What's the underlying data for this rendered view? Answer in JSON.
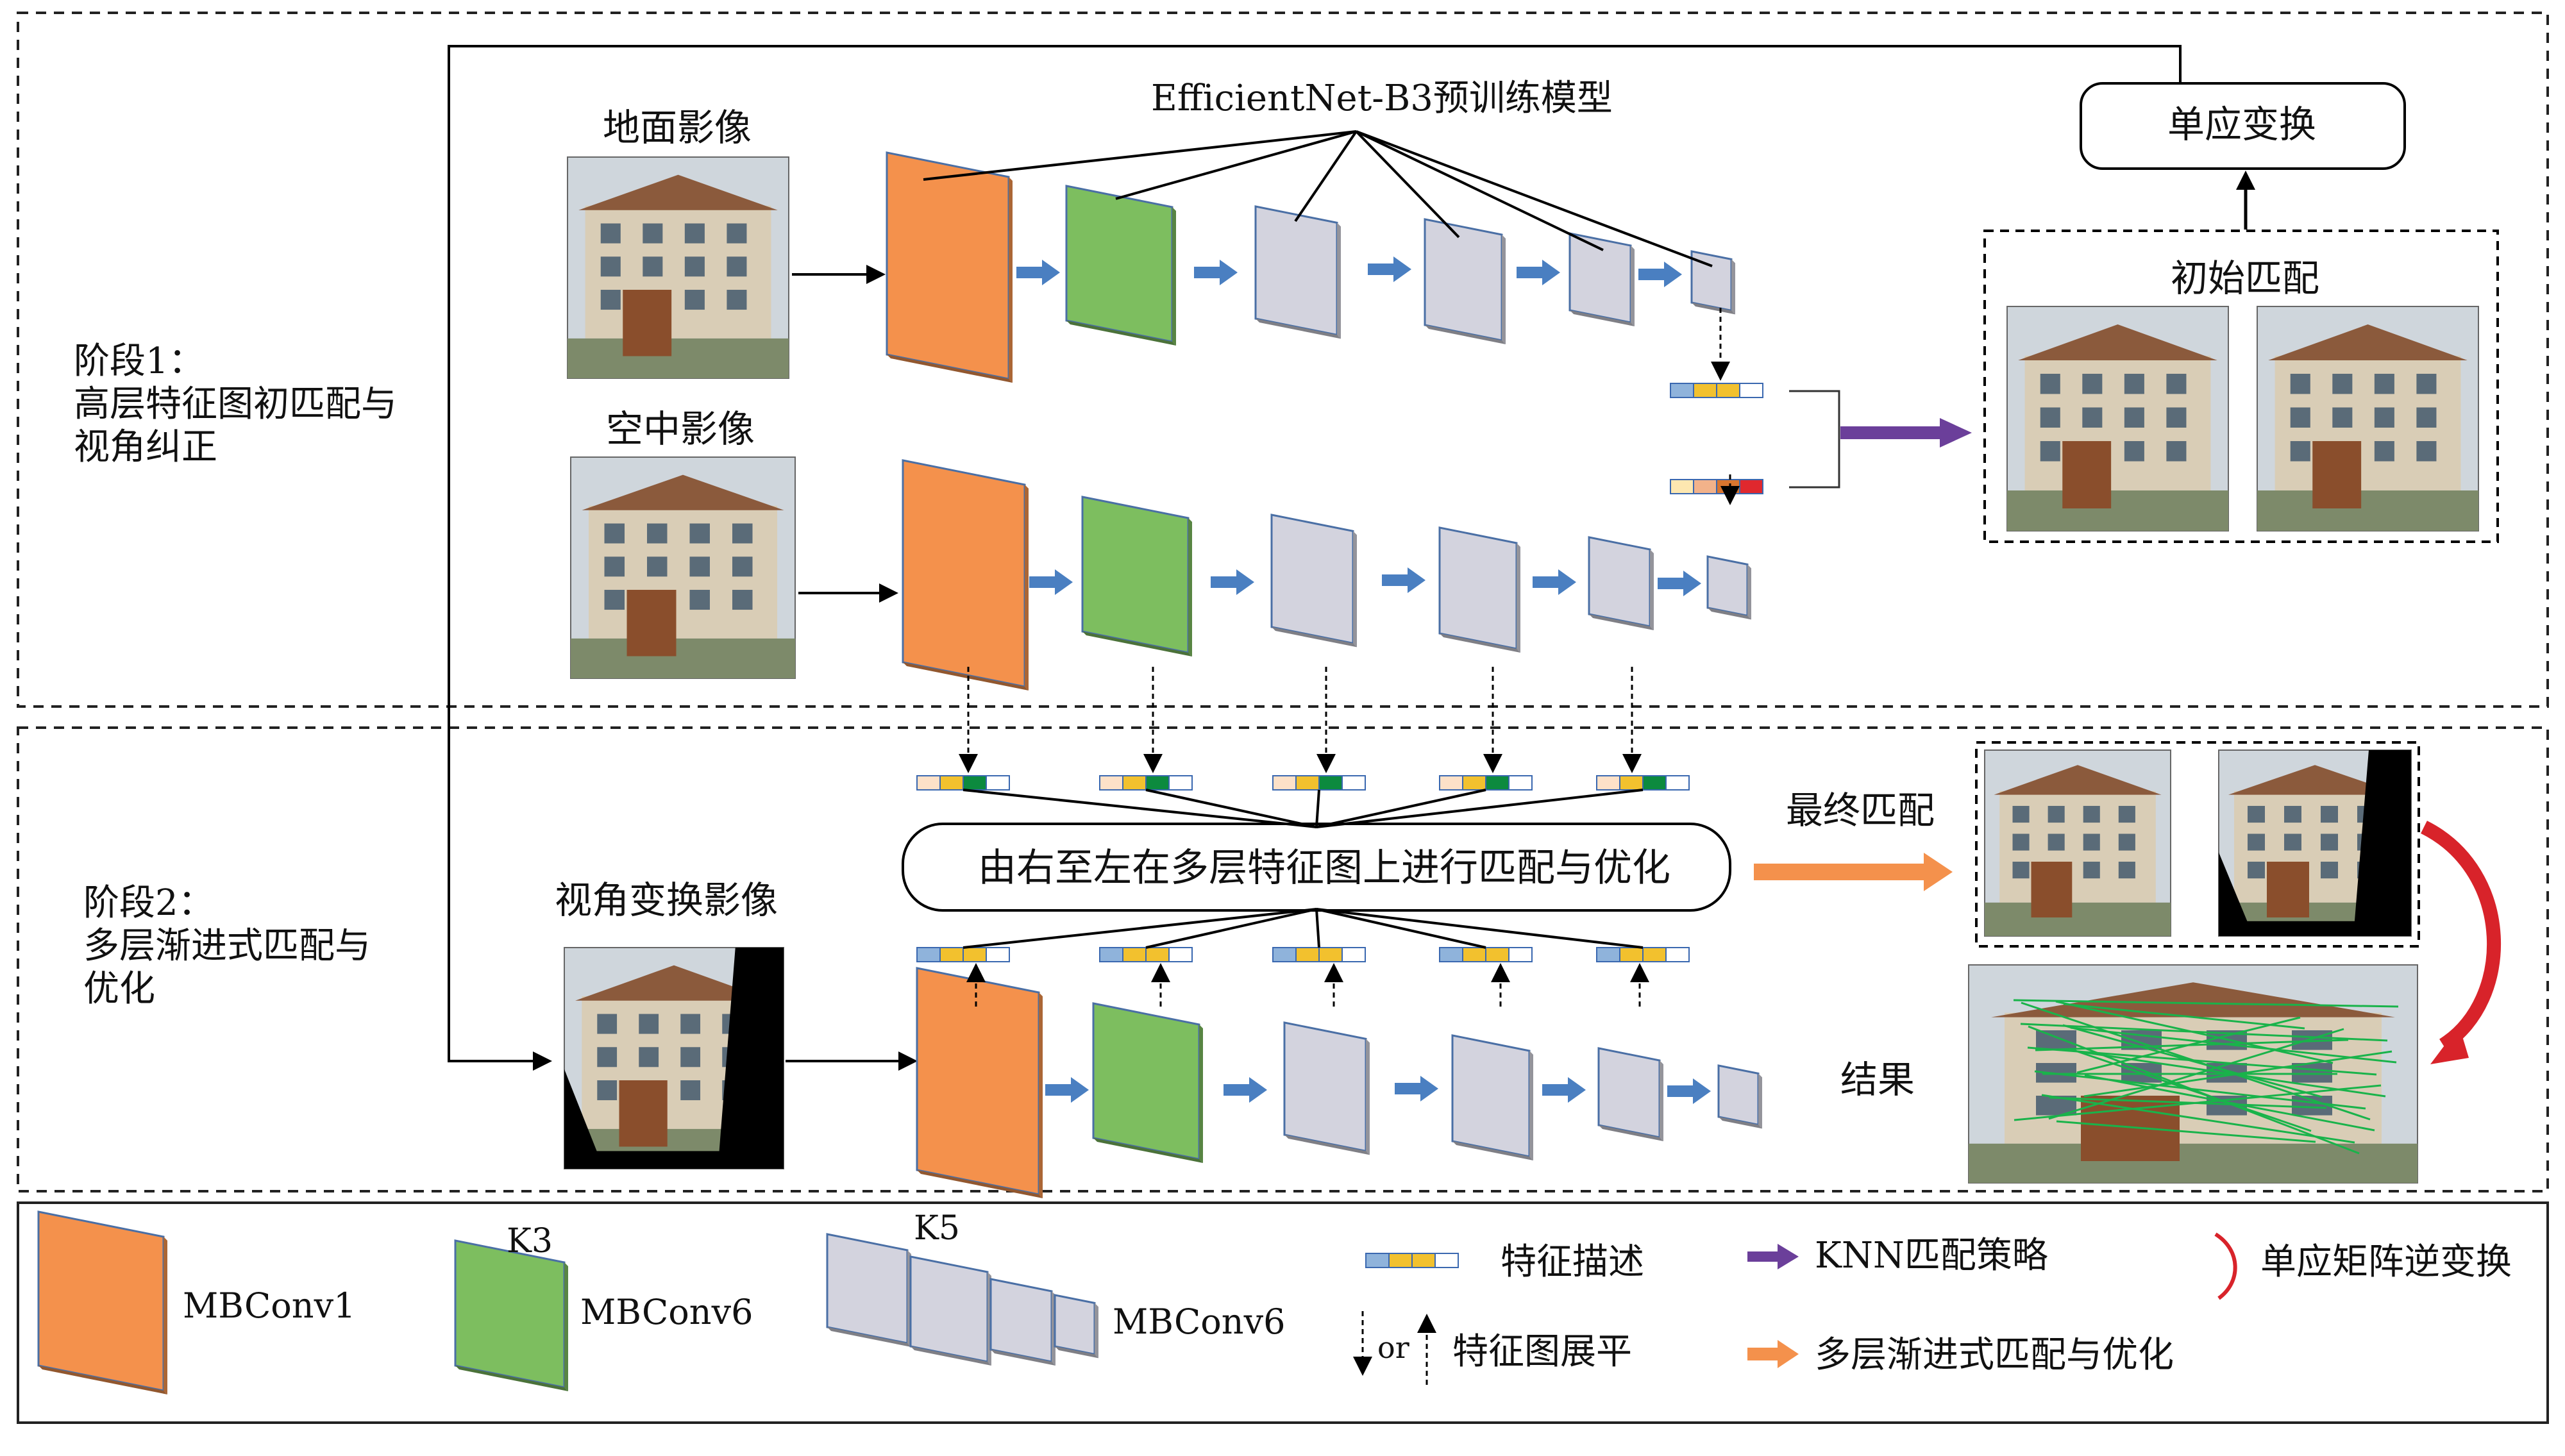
{
  "stage1": {
    "label_line1": "阶段1：",
    "label_line2": "高层特征图初匹配与",
    "label_line3": "视角纠正",
    "ground_image": "地面影像",
    "aerial_image": "空中影像",
    "backbone": "EfficientNet-B3预训练模型",
    "initial_match": "初始匹配",
    "homography": "单应变换"
  },
  "stage2": {
    "label_line1": "阶段2：",
    "label_line2": "多层渐进式匹配与",
    "label_line3": "优化",
    "warped_image": "视角变换影像",
    "process": "由右至左在多层特征图上进行匹配与优化",
    "final_match": "最终匹配",
    "result": "结果"
  },
  "legend": {
    "mbconv1": "MBConv1",
    "k3": "K3",
    "mbconv6_k3": "MBConv6",
    "k5": "K5",
    "mbconv6_k5": "MBConv6",
    "feature_desc": "特征描述",
    "or": "or",
    "flatten": "特征图展平",
    "knn": "KNN匹配策略",
    "multilayer": "多层渐进式匹配与优化",
    "inverse_h": "单应矩阵逆变换"
  },
  "colors": {
    "orange": "#F4914C",
    "green": "#7DBE5F",
    "gray": "#D3D3DE",
    "blue_arrow": "#4A7FC1",
    "purple": "#6B3F9A",
    "red": "#D8232A"
  }
}
